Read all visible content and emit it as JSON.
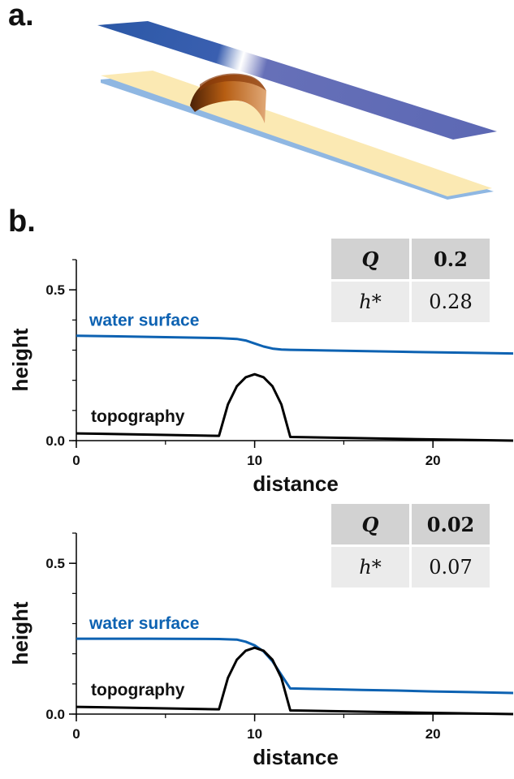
{
  "panel_a_label": "a.",
  "panel_b_label": "b.",
  "illustration": {
    "colors": {
      "water_plane": "#5c68b4",
      "base_plane": "#fbe9b3",
      "base_edge": "#8fb7e2",
      "bump": "#b65d12"
    }
  },
  "chart_data": [
    {
      "type": "line",
      "xlabel": "distance",
      "ylabel": "height",
      "xlim": [
        0,
        24.5
      ],
      "ylim": [
        0,
        0.6
      ],
      "xticks": [
        0,
        10,
        20
      ],
      "yticks": [
        0.0,
        0.5
      ],
      "grid": false,
      "series": [
        {
          "name": "water surface",
          "color": "#0d62b2",
          "x": [
            0,
            2,
            4,
            6,
            8,
            9,
            9.5,
            10,
            10.5,
            11,
            11.5,
            12,
            14,
            16,
            18,
            20,
            22,
            24.5
          ],
          "y": [
            0.348,
            0.346,
            0.344,
            0.342,
            0.34,
            0.337,
            0.332,
            0.322,
            0.312,
            0.305,
            0.302,
            0.301,
            0.299,
            0.297,
            0.295,
            0.293,
            0.291,
            0.289
          ]
        },
        {
          "name": "topography",
          "color": "#000000",
          "x": [
            0,
            8,
            8.5,
            9,
            9.5,
            10,
            10.5,
            11,
            11.5,
            12,
            16,
            20,
            24.5
          ],
          "y": [
            0.024,
            0.016,
            0.12,
            0.18,
            0.21,
            0.22,
            0.21,
            0.18,
            0.12,
            0.012,
            0.008,
            0.004,
            0.0
          ]
        }
      ],
      "table": {
        "header": [
          "Q",
          "0.2"
        ],
        "row": [
          "h*",
          "0.28"
        ]
      }
    },
    {
      "type": "line",
      "xlabel": "distance",
      "ylabel": "height",
      "xlim": [
        0,
        24.5
      ],
      "ylim": [
        0,
        0.6
      ],
      "xticks": [
        0,
        10,
        20
      ],
      "yticks": [
        0.0,
        0.5
      ],
      "grid": false,
      "series": [
        {
          "name": "water surface",
          "color": "#0d62b2",
          "x": [
            0,
            4,
            8,
            9,
            9.5,
            10,
            10.5,
            11,
            11.5,
            12,
            14,
            16,
            18,
            20,
            22,
            24.5
          ],
          "y": [
            0.25,
            0.25,
            0.249,
            0.247,
            0.24,
            0.228,
            0.208,
            0.175,
            0.13,
            0.085,
            0.083,
            0.08,
            0.078,
            0.075,
            0.073,
            0.07
          ]
        },
        {
          "name": "topography",
          "color": "#000000",
          "x": [
            0,
            8,
            8.5,
            9,
            9.5,
            10,
            10.5,
            11,
            11.5,
            12,
            16,
            20,
            24.5
          ],
          "y": [
            0.024,
            0.016,
            0.12,
            0.18,
            0.21,
            0.22,
            0.21,
            0.18,
            0.12,
            0.012,
            0.008,
            0.004,
            0.0
          ]
        }
      ],
      "table": {
        "header": [
          "Q",
          "0.02"
        ],
        "row": [
          "h*",
          "0.07"
        ]
      }
    }
  ]
}
